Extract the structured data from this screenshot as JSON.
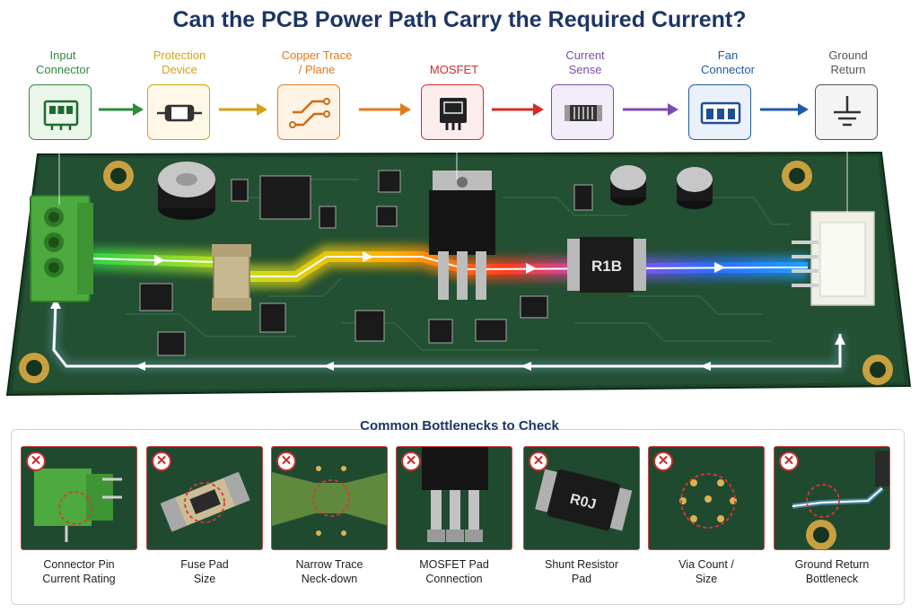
{
  "title": "Can the PCB Power Path Carry the Required Current?",
  "stages": [
    {
      "label_1": "Input",
      "label_2": "Connector",
      "color": "#2e8b3d",
      "bg": "#eaf6ea",
      "icon": "connector-icon"
    },
    {
      "label_1": "Protection",
      "label_2": "Device",
      "color": "#d4a017",
      "bg": "#fff8e6",
      "icon": "fuse-icon"
    },
    {
      "label_1": "Copper Trace",
      "label_2": "/ Plane",
      "color": "#e07b1a",
      "bg": "#fff3e6",
      "icon": "trace-icon"
    },
    {
      "label_1": "MOSFET",
      "label_2": "",
      "color": "#d42a2a",
      "bg": "#fdecec",
      "icon": "mosfet-icon"
    },
    {
      "label_1": "Current",
      "label_2": "Sense",
      "color": "#7b4bb0",
      "bg": "#f3ecfa",
      "icon": "shunt-resistor-icon"
    },
    {
      "label_1": "Fan",
      "label_2": "Connector",
      "color": "#1f5aa6",
      "bg": "#eaf1fb",
      "icon": "fan-connector-icon"
    },
    {
      "label_1": "Ground",
      "label_2": "Return",
      "color": "#555555",
      "bg": "#f4f4f4",
      "icon": "ground-icon"
    }
  ],
  "board": {
    "shunt_marking": "R1B",
    "bottleneck_shunt_marking": "R0J"
  },
  "bottlenecks": {
    "title": "Common Bottlenecks to Check",
    "mark": "✕",
    "items": [
      {
        "line_1": "Connector Pin",
        "line_2": "Current Rating"
      },
      {
        "line_1": "Fuse Pad",
        "line_2": "Size"
      },
      {
        "line_1": "Narrow Trace",
        "line_2": "Neck-down"
      },
      {
        "line_1": "MOSFET Pad",
        "line_2": "Connection"
      },
      {
        "line_1": "Shunt Resistor",
        "line_2": "Pad"
      },
      {
        "line_1": "Via Count /",
        "line_2": "Size"
      },
      {
        "line_1": "Ground Return",
        "line_2": "Bottleneck"
      }
    ]
  }
}
